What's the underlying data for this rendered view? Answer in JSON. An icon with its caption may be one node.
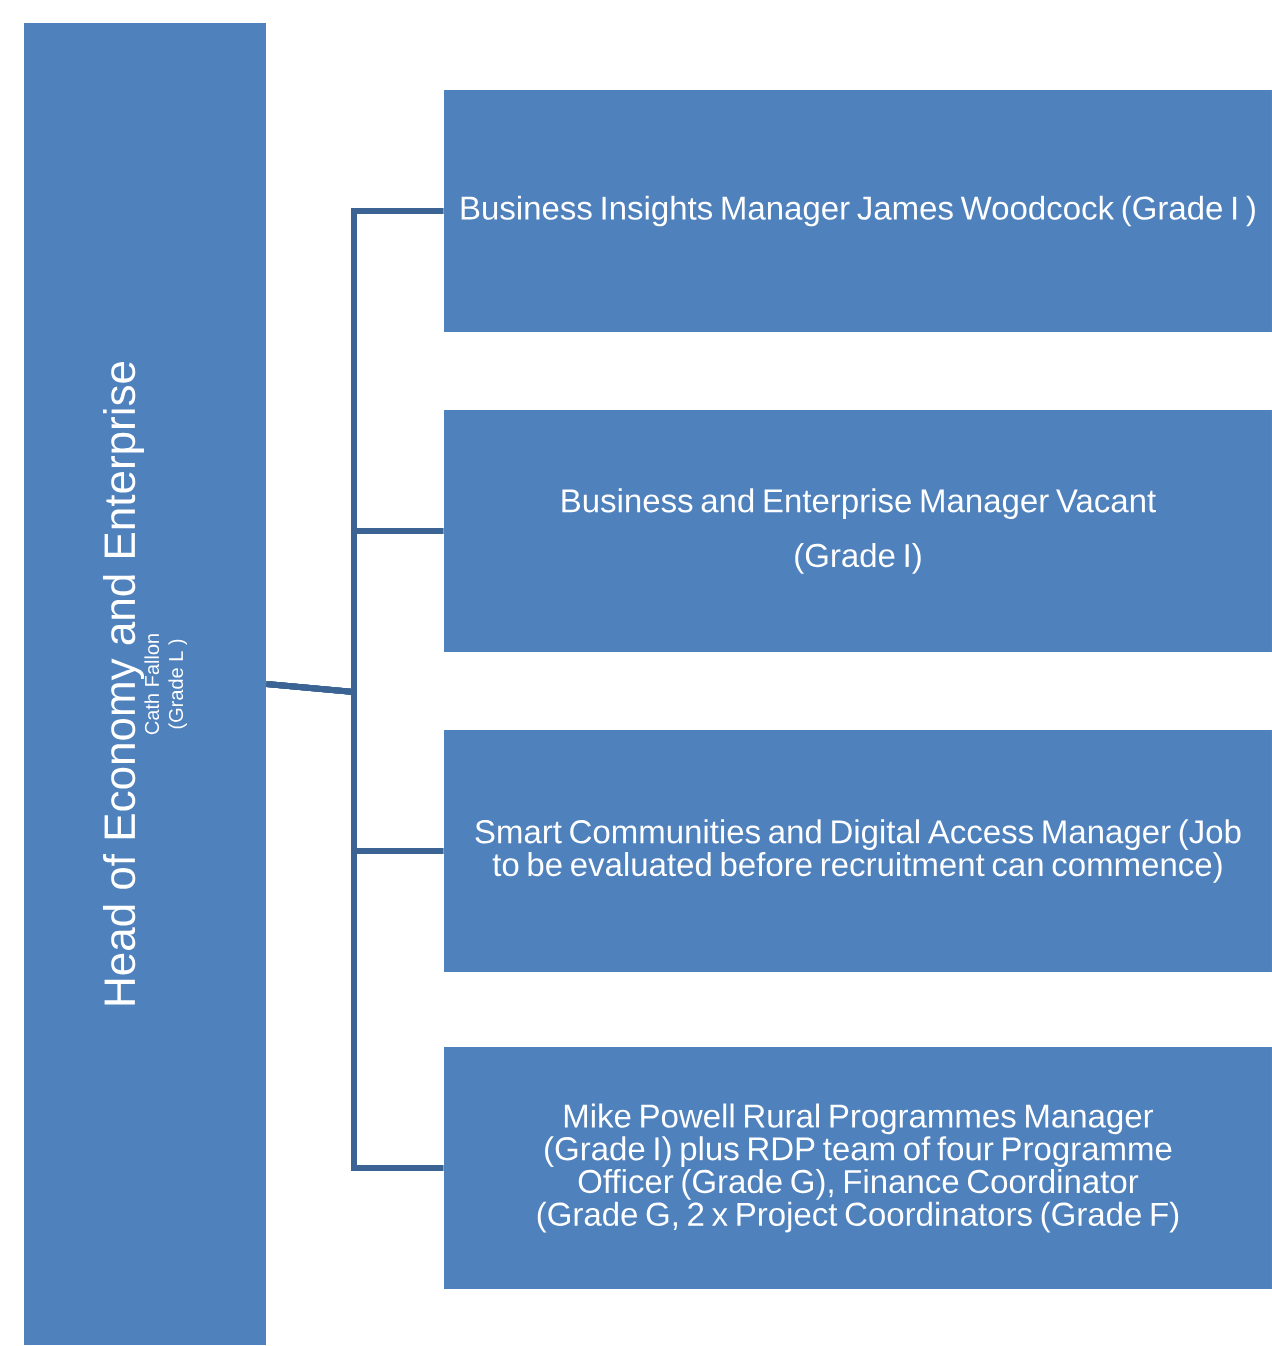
{
  "diagram": {
    "nodes": [
      {
        "text": [
          "Head of Economy and Enterprise",
          "Cath Fallon",
          "(Grade L )"
        ]
      },
      {
        "text": [
          "Business Insights Manager James Woodcock (Grade I )"
        ]
      },
      {
        "text": [
          "Business and Enterprise Manager Vacant",
          "(Grade I)"
        ]
      },
      {
        "text": [
          "Smart Communities and Digital Access Manager (Job to be evaluated before recruitment can commence)"
        ]
      },
      {
        "text": [
          "Mike Powell Rural Programmes Manager (Grade I) plus RDP team of four Programme Officer (Grade G), Finance Coordinator (Grade G, 2 x  Project Coordinators (Grade F)"
        ]
      }
    ],
    "edges": [
      {
        "from": 0,
        "to": 1,
        "arrow": "none"
      },
      {
        "from": 0,
        "to": 2,
        "arrow": "none"
      },
      {
        "from": 0,
        "to": 3,
        "arrow": "none"
      },
      {
        "from": 0,
        "to": 4,
        "arrow": "none"
      }
    ]
  }
}
